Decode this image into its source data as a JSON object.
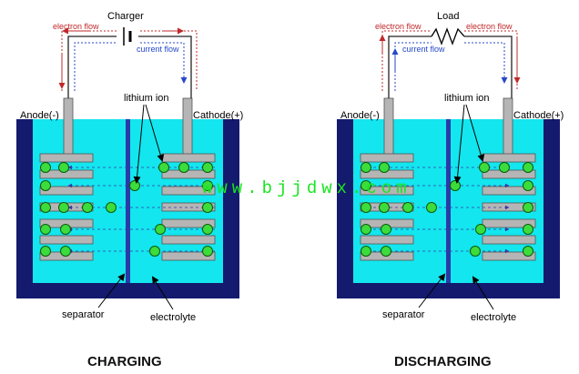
{
  "colors": {
    "frame": "#141a6e",
    "electrolyte": "#13e6ee",
    "electrode": "#b5b5b5",
    "ion_fill": "#3cdc3c",
    "ion_stroke": "#0a5a0a",
    "electron_flow": "#c0282a",
    "current_flow": "#2448c8",
    "watermark": "#18e51e"
  },
  "panels": [
    {
      "title": "CHARGING",
      "device": "Charger",
      "device_icon": "battery-symbol-icon",
      "electron_flow": "electron flow",
      "current_flow": "current flow",
      "anode": "Anode(-)",
      "cathode": "Cathode(+)",
      "ion_label": "lithium ion",
      "separator": "separator",
      "electrolyte": "electrolyte",
      "ion_direction": "toward-anode"
    },
    {
      "title": "DISCHARGING",
      "device": "Load",
      "device_icon": "resistor-icon",
      "electron_flow": "electron flow",
      "current_flow": "current flow",
      "anode": "Anode(-)",
      "cathode": "Cathode(+)",
      "ion_label": "lithium ion",
      "separator": "separator",
      "electrolyte": "electrolyte",
      "ion_direction": "toward-cathode"
    }
  ],
  "watermark": "www.bjjdwx.com"
}
